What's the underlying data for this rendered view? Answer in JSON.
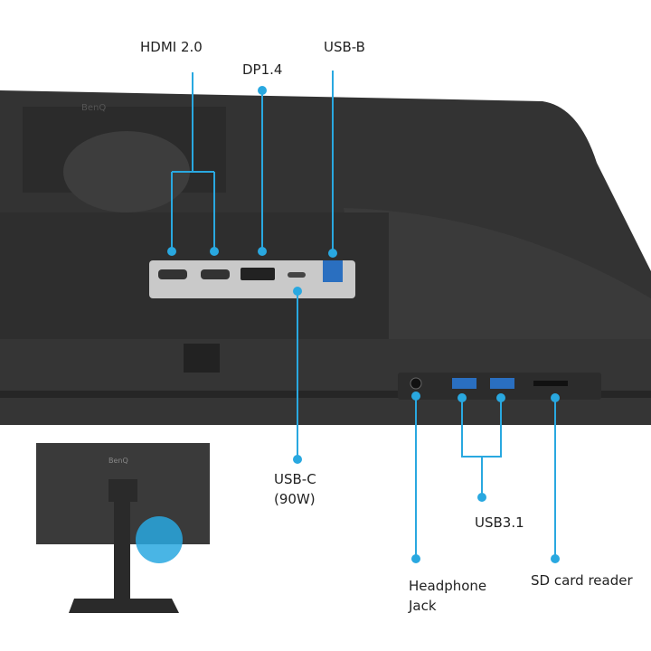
{
  "labels": {
    "hdmi": "HDMI 2.0",
    "dp": "DP1.4",
    "usbb": "USB-B",
    "usbc_1": "USB-C",
    "usbc_2": "(90W)",
    "usb31": "USB3.1",
    "headphone_1": "Headphone",
    "headphone_2": "Jack",
    "sd": "SD card reader"
  },
  "brand": "BenQ",
  "colors": {
    "accent": "#29a8e0",
    "body": "#333333",
    "panel": "#c9c9c9"
  }
}
